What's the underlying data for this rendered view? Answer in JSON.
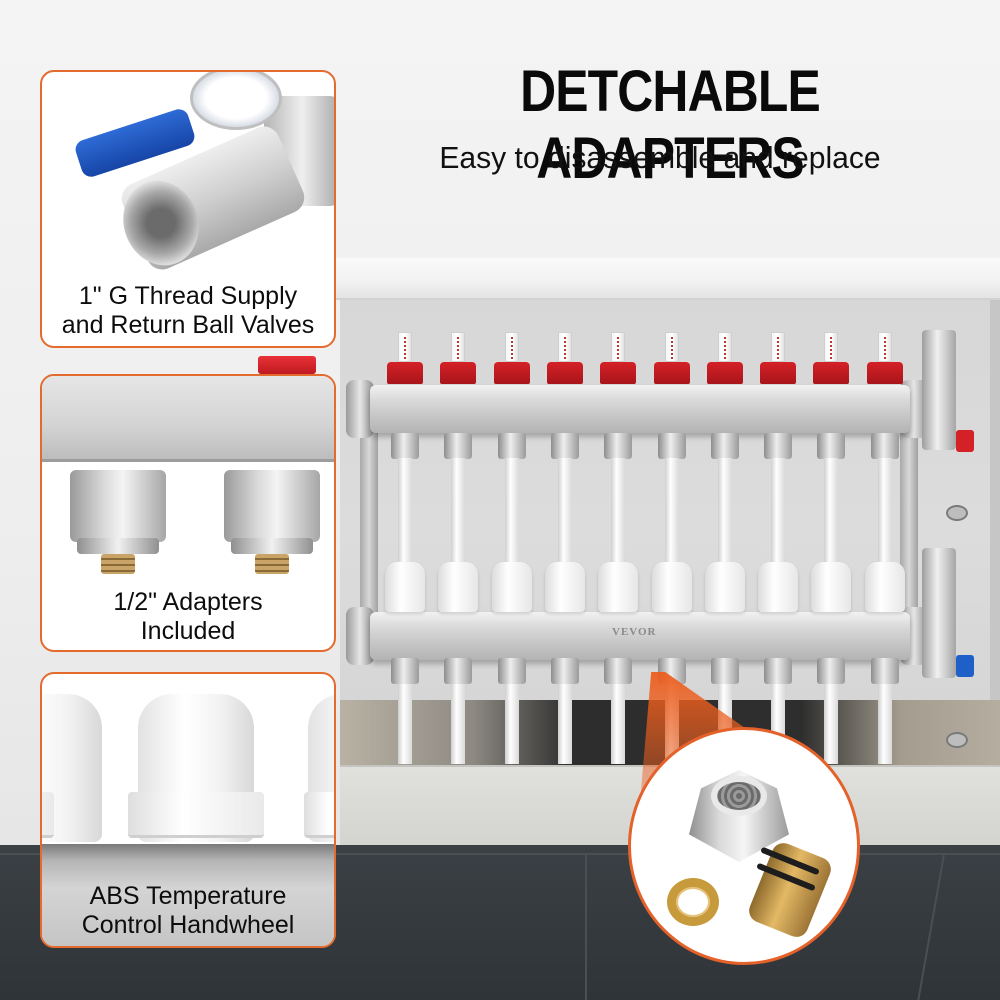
{
  "header": {
    "title": "DETCHABLE ADAPTERS",
    "subtitle": "Easy to disassemble and replace"
  },
  "callouts": [
    {
      "id": "ball-valves",
      "line1": "1\" G Thread Supply",
      "line2": "and Return Ball Valves"
    },
    {
      "id": "adapters",
      "line1": "1/2\" Adapters",
      "line2": "Included"
    },
    {
      "id": "handwheel",
      "line1": "ABS Temperature",
      "line2": "Control Handwheel"
    }
  ],
  "product": {
    "brand": "VEVOR",
    "loops": 10,
    "flow_meter_color": "#d42127",
    "handwheel_color": "#ffffff",
    "supply_handle_color": "#d42127",
    "return_handle_color": "#1f5fc8"
  },
  "zoom_callout": {
    "subject": "detachable-adapter-parts",
    "parts": [
      "compression-nut",
      "brass-split-ring",
      "brass-pex-insert"
    ]
  },
  "colors": {
    "accent_border": "#e46b2e",
    "title_text": "#0a0a0a"
  }
}
